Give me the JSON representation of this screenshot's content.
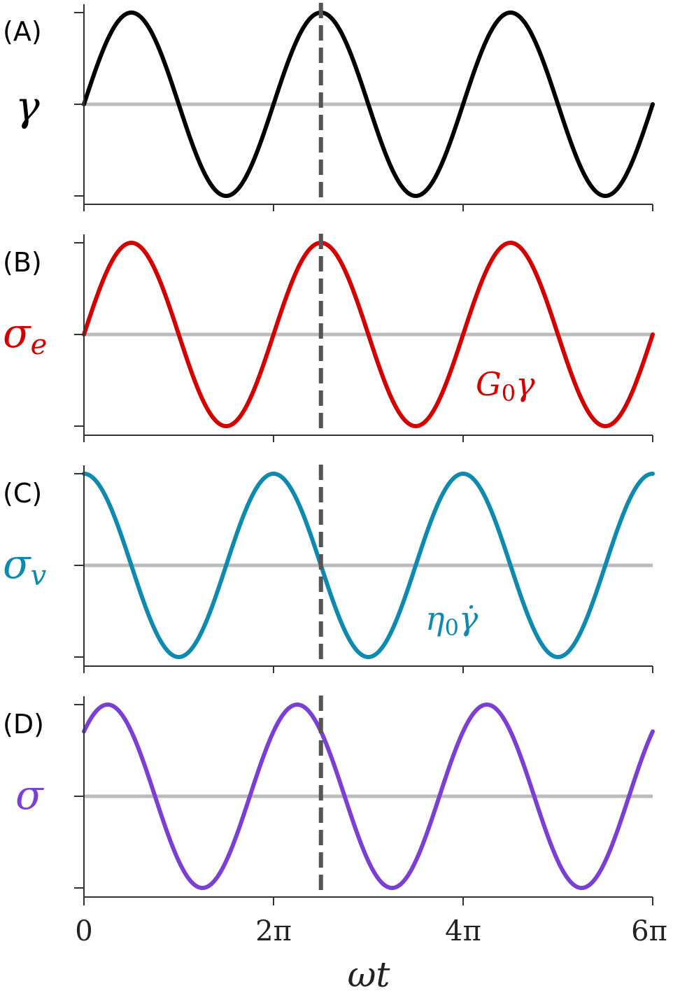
{
  "chart_data": [
    {
      "type": "line",
      "panel": "(A)",
      "ylabel": "γ",
      "color": "#000000",
      "expression": "sin(ωt)",
      "x": [
        0,
        0.5,
        1,
        1.5,
        2,
        2.5,
        3,
        3.5,
        4,
        4.5,
        5,
        5.5,
        6
      ],
      "x_unit": "π",
      "values": [
        0,
        1,
        0,
        -1,
        0,
        1,
        0,
        -1,
        0,
        1,
        0,
        -1,
        0
      ],
      "ylim": [
        -1,
        1
      ],
      "yticks": [
        -1,
        0,
        1
      ]
    },
    {
      "type": "line",
      "panel": "(B)",
      "ylabel": "σ_e",
      "annotation": "G₀γ",
      "color": "#d40000",
      "expression": "sin(ωt)",
      "x": [
        0,
        0.5,
        1,
        1.5,
        2,
        2.5,
        3,
        3.5,
        4,
        4.5,
        5,
        5.5,
        6
      ],
      "x_unit": "π",
      "values": [
        0,
        1,
        0,
        -1,
        0,
        1,
        0,
        -1,
        0,
        1,
        0,
        -1,
        0
      ],
      "ylim": [
        -1,
        1
      ],
      "yticks": [
        -1,
        0,
        1
      ]
    },
    {
      "type": "line",
      "panel": "(C)",
      "ylabel": "σ_v",
      "annotation": "η₀γ̇",
      "color": "#0e8aae",
      "expression": "cos(ωt)",
      "x": [
        0,
        0.5,
        1,
        1.5,
        2,
        2.5,
        3,
        3.5,
        4,
        4.5,
        5,
        5.5,
        6
      ],
      "x_unit": "π",
      "values": [
        1,
        0,
        -1,
        0,
        1,
        0,
        -1,
        0,
        1,
        0,
        -1,
        0,
        1
      ],
      "ylim": [
        -1,
        1
      ],
      "yticks": [
        -1,
        0,
        1
      ]
    },
    {
      "type": "line",
      "panel": "(D)",
      "ylabel": "σ",
      "color": "#7b3fd4",
      "expression": "sin(ωt + π/4)",
      "x": [
        0,
        0.25,
        0.75,
        1.25,
        1.75,
        2.25,
        2.75,
        3.25,
        3.75,
        4.25,
        4.75,
        5.25,
        5.75,
        6
      ],
      "x_unit": "π",
      "values": [
        0.71,
        1,
        0,
        -1,
        0,
        1,
        0,
        -1,
        0,
        1,
        0,
        -1,
        0,
        0.71
      ],
      "ylim": [
        -1,
        1
      ],
      "yticks": [
        -1,
        0,
        1
      ]
    }
  ],
  "figure": {
    "xlabel": "ωt",
    "xticks": [
      "0",
      "2π",
      "4π",
      "6π"
    ],
    "xtick_values": [
      0,
      2,
      4,
      6
    ],
    "xlim": [
      0,
      6
    ],
    "x_unit": "π",
    "vline_x": 2.5,
    "vline_style": "dashed",
    "vline_color": "#555555",
    "zero_line_color": "#bbbbbb",
    "panels": [
      {
        "label": "(A)",
        "ylabel_main": "γ",
        "ylabel_sub": "",
        "color": "#000000",
        "fn": "sin",
        "phase": 0,
        "annotation_main": "",
        "annotation_sub": "",
        "annotation_suffix": ""
      },
      {
        "label": "(B)",
        "ylabel_main": "σ",
        "ylabel_sub": "e",
        "color": "#d40000",
        "fn": "sin",
        "phase": 0,
        "annotation_main": "G",
        "annotation_sub": "0",
        "annotation_suffix": "γ"
      },
      {
        "label": "(C)",
        "ylabel_main": "σ",
        "ylabel_sub": "v",
        "color": "#0e8aae",
        "fn": "cos",
        "phase": 0,
        "annotation_main": "η",
        "annotation_sub": "0",
        "annotation_suffix": "γ̇"
      },
      {
        "label": "(D)",
        "ylabel_main": "σ",
        "ylabel_sub": "",
        "color": "#7b3fd4",
        "fn": "sin",
        "phase": 0.7854,
        "annotation_main": "",
        "annotation_sub": "",
        "annotation_suffix": ""
      }
    ]
  }
}
